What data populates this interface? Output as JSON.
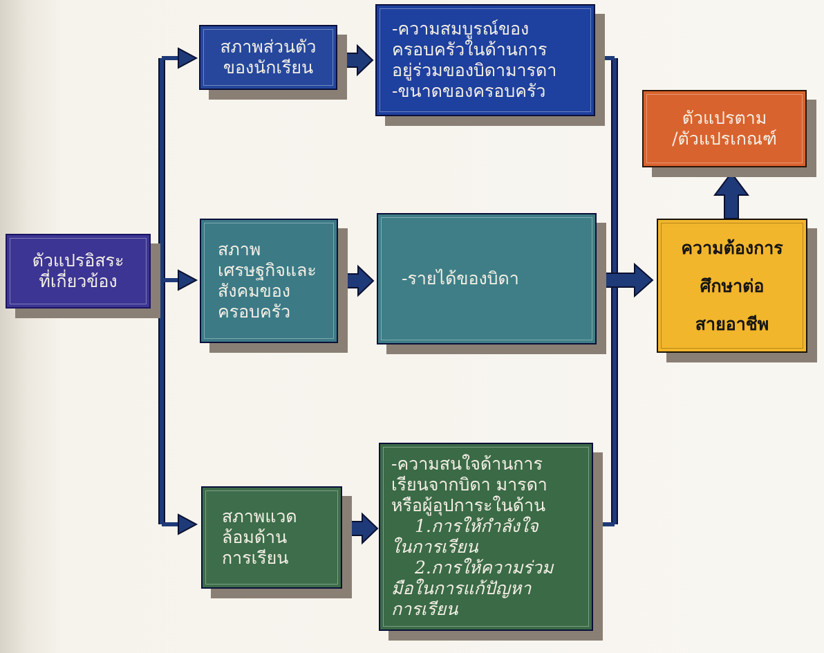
{
  "diagram": {
    "independent": {
      "text": "ตัวแปรอิสระ\nที่เกี่ยวข้อง"
    },
    "personal": {
      "text": "สภาพส่วนตัว\nของนักเรียน"
    },
    "family_completeness": {
      "text": "-ความสมบูรณ์ของ\nครอบครัวในด้านการ\nอยู่ร่วมของบิดามารดา\n-ขนาดของครอบครัว"
    },
    "socioeconomic": {
      "text": "สภาพ\nเศรษฐกิจและ\nสังคมของ\nครอบครัว"
    },
    "father_income": {
      "text": "-รายได้ของบิดา"
    },
    "environment": {
      "text": "สภาพแวด\nล้อมด้าน\nการเรียน"
    },
    "parental_interest": {
      "line1": "-ความสนใจด้านการ\nเรียนจากบิดา มารดา\nหรือผู้อุปการะในด้าน",
      "item1": "1.การให้กำลังใจ",
      "item1b": "ในการเรียน",
      "item2": "2.การให้ความร่วม",
      "item2b": "มือในการแก้ปัญหา\nการเรียน"
    },
    "dependent": {
      "text": "ตัวแปรตาม\n/ตัวแปรเกณฑ์"
    },
    "need": {
      "text": "ความต้องการ\nศึกษาต่อ\nสายอาชีพ"
    }
  },
  "colors": {
    "connector": "#1f3a78",
    "connector_stroke": "#0a1030"
  }
}
